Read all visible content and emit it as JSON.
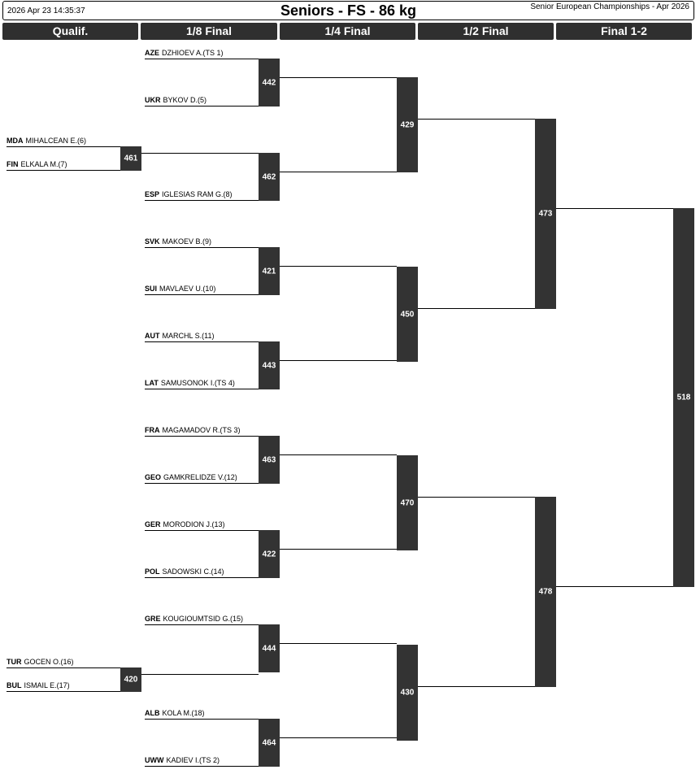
{
  "header": {
    "timestamp": "2026 Apr 23 14:35:37",
    "title": "Seniors - FS - 86 kg",
    "event": "Senior European Championships - Apr 2026"
  },
  "columns": [
    "Qualif.",
    "1/8 Final",
    "1/4 Final",
    "1/2 Final",
    "Final 1-2"
  ],
  "qualif": [
    {
      "country": "MDA",
      "name": "MIHALCEAN E.(6)"
    },
    {
      "country": "FIN",
      "name": "ELKALA M.(7)"
    },
    {
      "country": "TUR",
      "name": "GOCEN O.(16)"
    },
    {
      "country": "BUL",
      "name": "ISMAIL E.(17)"
    }
  ],
  "eighth": [
    {
      "country": "AZE",
      "name": "DZHIOEV A.(TS 1)"
    },
    {
      "country": "UKR",
      "name": "BYKOV D.(5)"
    },
    {
      "country": "",
      "name": ""
    },
    {
      "country": "ESP",
      "name": "IGLESIAS RAM G.(8)"
    },
    {
      "country": "SVK",
      "name": "MAKOEV B.(9)"
    },
    {
      "country": "SUI",
      "name": "MAVLAEV U.(10)"
    },
    {
      "country": "AUT",
      "name": "MARCHL S.(11)"
    },
    {
      "country": "LAT",
      "name": "SAMUSONOK I.(TS 4)"
    },
    {
      "country": "FRA",
      "name": "MAGAMADOV R.(TS 3)"
    },
    {
      "country": "GEO",
      "name": "GAMKRELIDZE V.(12)"
    },
    {
      "country": "GER",
      "name": "MORODION J.(13)"
    },
    {
      "country": "POL",
      "name": "SADOWSKI C.(14)"
    },
    {
      "country": "GRE",
      "name": "KOUGIOUMTSID G.(15)"
    },
    {
      "country": "",
      "name": ""
    },
    {
      "country": "ALB",
      "name": "KOLA M.(18)"
    },
    {
      "country": "UWW",
      "name": "KADIEV I.(TS 2)"
    }
  ],
  "bouts": {
    "qualif": [
      "461",
      "420"
    ],
    "eighth": [
      "442",
      "462",
      "421",
      "443",
      "463",
      "422",
      "444",
      "464"
    ],
    "quarter": [
      "429",
      "450",
      "470",
      "430"
    ],
    "semi": [
      "473",
      "478"
    ],
    "final": [
      "518"
    ]
  }
}
